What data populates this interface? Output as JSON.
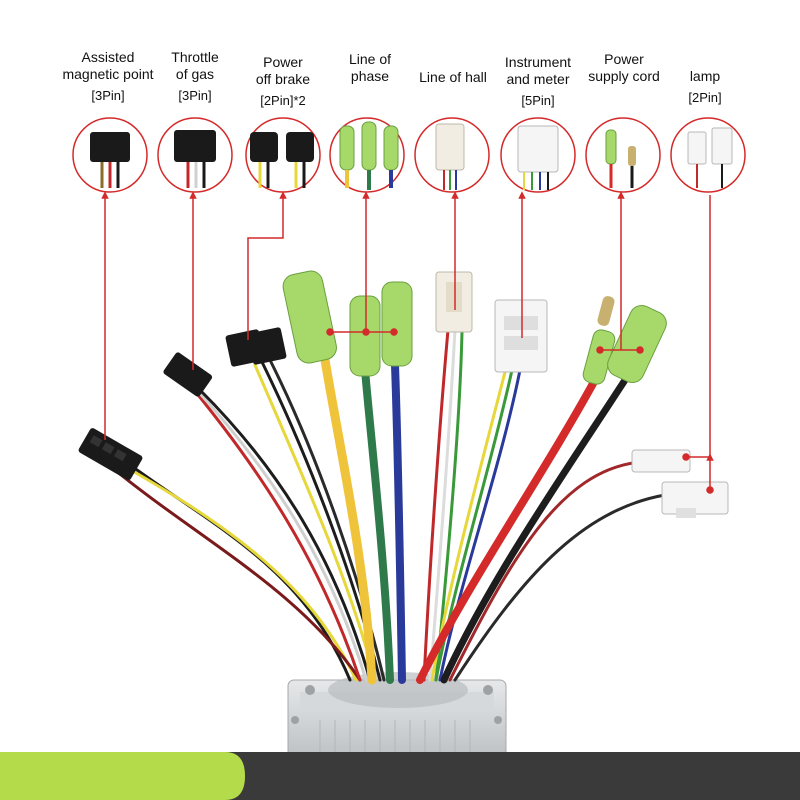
{
  "connectors": [
    {
      "name_line1": "Assisted",
      "name_line2": "magnetic point",
      "pins": "[3Pin]"
    },
    {
      "name_line1": "Throttle",
      "name_line2": "of gas",
      "pins": "[3Pin]"
    },
    {
      "name_line1": "Power",
      "name_line2": "off brake",
      "pins": "[2Pin]*2"
    },
    {
      "name_line1": "Line of",
      "name_line2": "phase",
      "pins": ""
    },
    {
      "name_line1": "",
      "name_line2": "Line of hall",
      "pins": ""
    },
    {
      "name_line1": "Instrument",
      "name_line2": "and meter",
      "pins": "[5Pin]"
    },
    {
      "name_line1": "Power",
      "name_line2": "supply cord",
      "pins": ""
    },
    {
      "name_line1": "",
      "name_line2": "lamp",
      "pins": "[2Pin]"
    }
  ],
  "colors": {
    "leader_line": "#d42a2a",
    "circle_border": "#d42a2a",
    "bottom_bar": "#3a3a3a",
    "accent_green": "#b4dc4a",
    "controller_body": "#cfd2d4"
  }
}
